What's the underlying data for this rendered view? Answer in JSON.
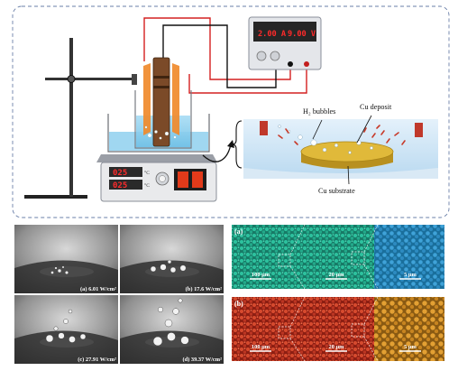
{
  "power_supply": {
    "current_readout": "2.00 A",
    "voltage_readout": "9.00 V",
    "display_color": "#ff2a2a"
  },
  "hotplate": {
    "temp_readout_top": "025",
    "temp_readout_bottom": "025",
    "unit_top": "°C",
    "unit_bottom": "°C"
  },
  "schematic_labels": {
    "bubbles": "H₂ bubbles",
    "deposit": "Cu deposit",
    "substrate": "Cu substrate"
  },
  "photos": [
    {
      "tag": "(a) 6.01 W/cm²"
    },
    {
      "tag": "(b) 17.6 W/cm²"
    },
    {
      "tag": "(c) 27.91 W/cm²"
    },
    {
      "tag": "(d) 39.37 W/cm²"
    }
  ],
  "sem_rows": [
    {
      "label": "(a)",
      "scales": [
        "100 μm",
        "20 μm",
        "5 μm"
      ],
      "color": "#1fa98a"
    },
    {
      "label": "(b)",
      "scales": [
        "100 μm",
        "20 μm",
        "5 μm"
      ],
      "color": "#d0402a"
    }
  ],
  "colors": {
    "wire_red": "#d42020",
    "wire_black": "#111111",
    "electrolyte": "#8fd0ef",
    "deposit": "#e0b93a",
    "frame_dash": "#6a7fa8"
  }
}
